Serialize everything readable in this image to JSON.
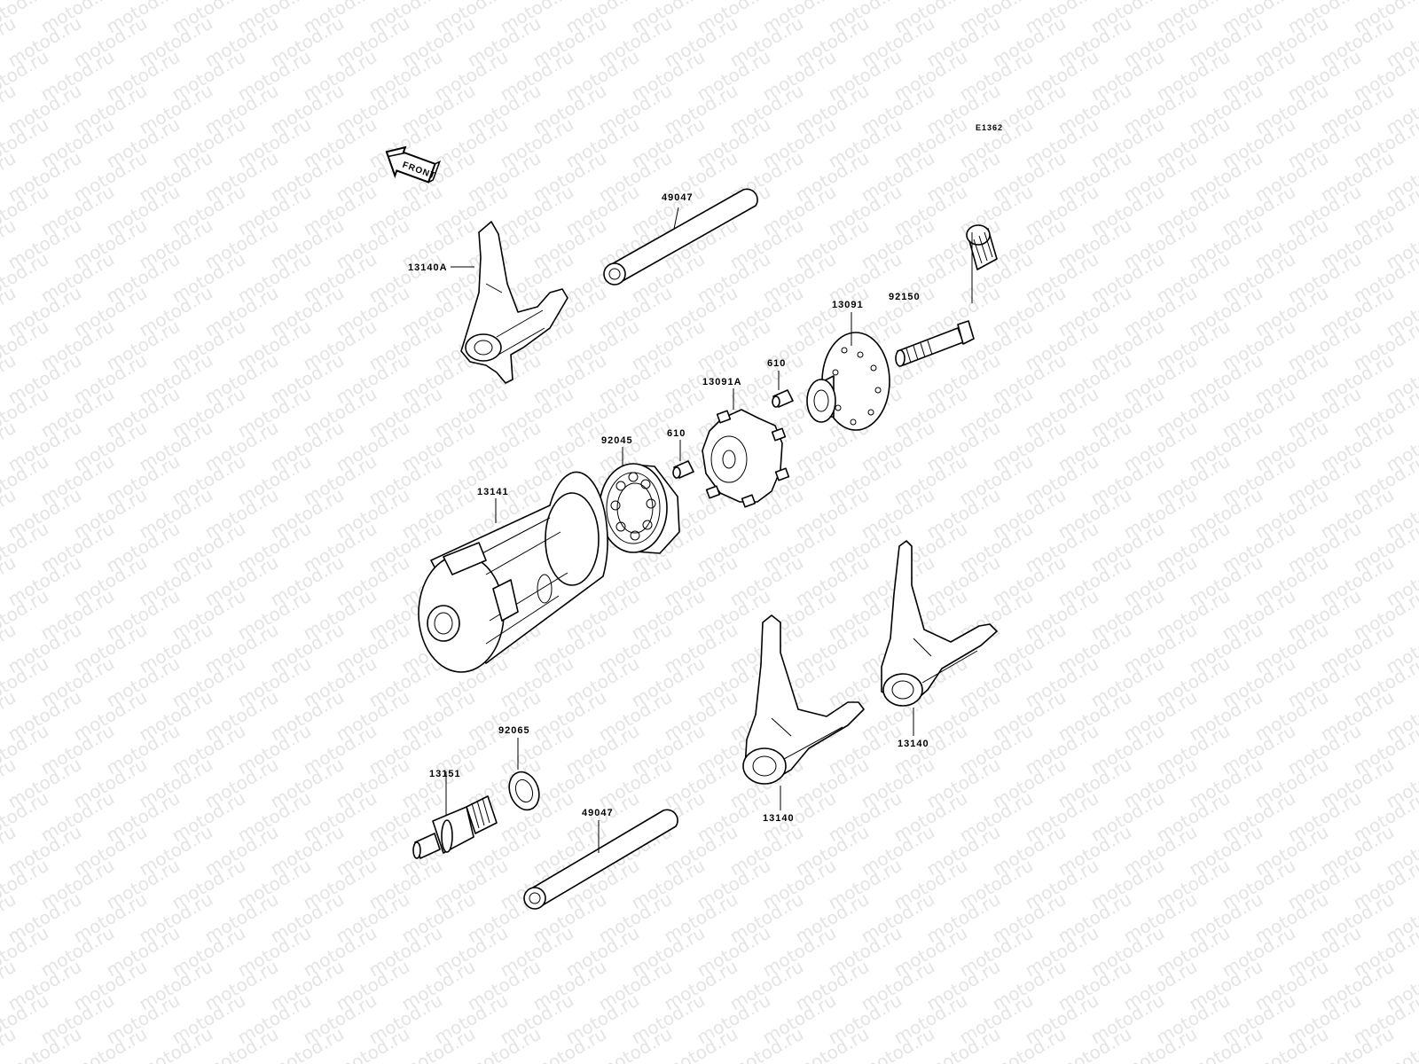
{
  "diagram_code": "E1362",
  "front_arrow_label": "FRONT",
  "watermark_text": "motod.ru",
  "parts": {
    "shift_fork_a": "13140A",
    "shift_rod_upper": "49047",
    "shift_drum_cam": "13091",
    "bolt": "92150",
    "pin_upper": "610",
    "drum_pin_plate": "13091A",
    "bearing": "92045",
    "pin_lower": "610",
    "shift_drum": "13141",
    "fork_right": "13140",
    "fork_middle": "13140",
    "washer": "92065",
    "neutral_switch": "13151",
    "shift_rod_lower": "49047"
  }
}
